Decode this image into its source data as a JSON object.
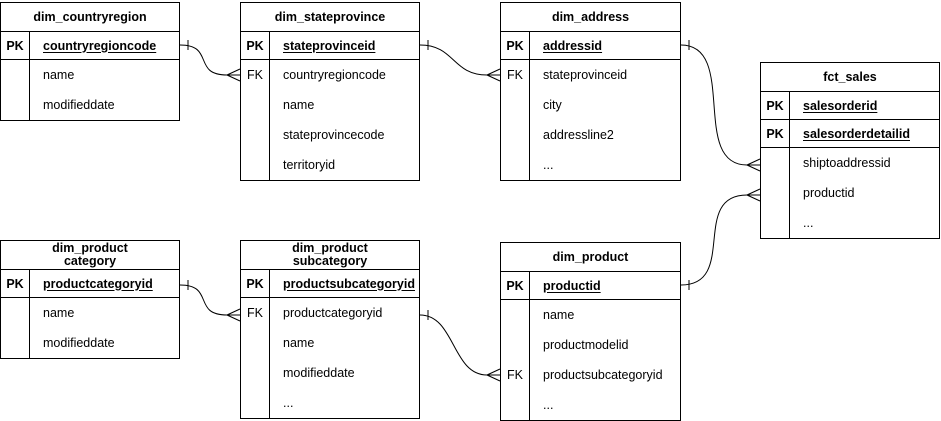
{
  "diagram": {
    "colors": {
      "line": "#000000",
      "background": "#ffffff",
      "text": "#000000"
    },
    "tables": [
      {
        "title": "dim_countryregion",
        "pk_rows": [
          {
            "key": "PK",
            "field": "countryregioncode"
          }
        ],
        "rows": [
          {
            "key": "",
            "field": "name"
          },
          {
            "key": "",
            "field": "modifieddate"
          }
        ]
      },
      {
        "title": "dim_stateprovince",
        "pk_rows": [
          {
            "key": "PK",
            "field": "stateprovinceid"
          }
        ],
        "rows": [
          {
            "key": "FK",
            "field": "countryregioncode"
          },
          {
            "key": "",
            "field": "name"
          },
          {
            "key": "",
            "field": "stateprovincecode"
          },
          {
            "key": "",
            "field": "territoryid"
          }
        ]
      },
      {
        "title": "dim_address",
        "pk_rows": [
          {
            "key": "PK",
            "field": "addressid"
          }
        ],
        "rows": [
          {
            "key": "FK",
            "field": "stateprovinceid"
          },
          {
            "key": "",
            "field": "city"
          },
          {
            "key": "",
            "field": "addressline2"
          },
          {
            "key": "",
            "field": "..."
          }
        ]
      },
      {
        "title": "fct_sales",
        "pk_rows": [
          {
            "key": "PK",
            "field": "salesorderid"
          },
          {
            "key": "PK",
            "field": "salesorderdetailid"
          }
        ],
        "rows": [
          {
            "key": "",
            "field": "shiptoaddressid"
          },
          {
            "key": "",
            "field": "productid"
          },
          {
            "key": "",
            "field": "..."
          }
        ]
      },
      {
        "title": "dim_product\ncategory",
        "pk_rows": [
          {
            "key": "PK",
            "field": "productcategoryid"
          }
        ],
        "rows": [
          {
            "key": "",
            "field": "name"
          },
          {
            "key": "",
            "field": "modifieddate"
          }
        ]
      },
      {
        "title": "dim_product\nsubcategory",
        "pk_rows": [
          {
            "key": "PK",
            "field": "productsubcategoryid"
          }
        ],
        "rows": [
          {
            "key": "FK",
            "field": "productcategoryid"
          },
          {
            "key": "",
            "field": "name"
          },
          {
            "key": "",
            "field": "modifieddate"
          },
          {
            "key": "",
            "field": "..."
          }
        ]
      },
      {
        "title": "dim_product",
        "pk_rows": [
          {
            "key": "PK",
            "field": "productid"
          }
        ],
        "rows": [
          {
            "key": "",
            "field": "name"
          },
          {
            "key": "",
            "field": "productmodelid"
          },
          {
            "key": "FK",
            "field": "productsubcategoryid"
          },
          {
            "key": "",
            "field": "..."
          }
        ]
      }
    ],
    "relationships": [
      {
        "from": "dim_countryregion.countryregioncode",
        "to": "dim_stateprovince.countryregioncode",
        "cardinality": "one-to-many"
      },
      {
        "from": "dim_stateprovince.stateprovinceid",
        "to": "dim_address.stateprovinceid",
        "cardinality": "one-to-many"
      },
      {
        "from": "dim_address.addressid",
        "to": "fct_sales.shiptoaddressid",
        "cardinality": "one-to-many"
      },
      {
        "from": "dim_product.productid",
        "to": "fct_sales.productid",
        "cardinality": "one-to-many"
      },
      {
        "from": "dim_product category.productcategoryid",
        "to": "dim_product subcategory.productcategoryid",
        "cardinality": "one-to-many"
      },
      {
        "from": "dim_product subcategory.productsubcategoryid",
        "to": "dim_product.productsubcategoryid",
        "cardinality": "one-to-many"
      }
    ]
  }
}
